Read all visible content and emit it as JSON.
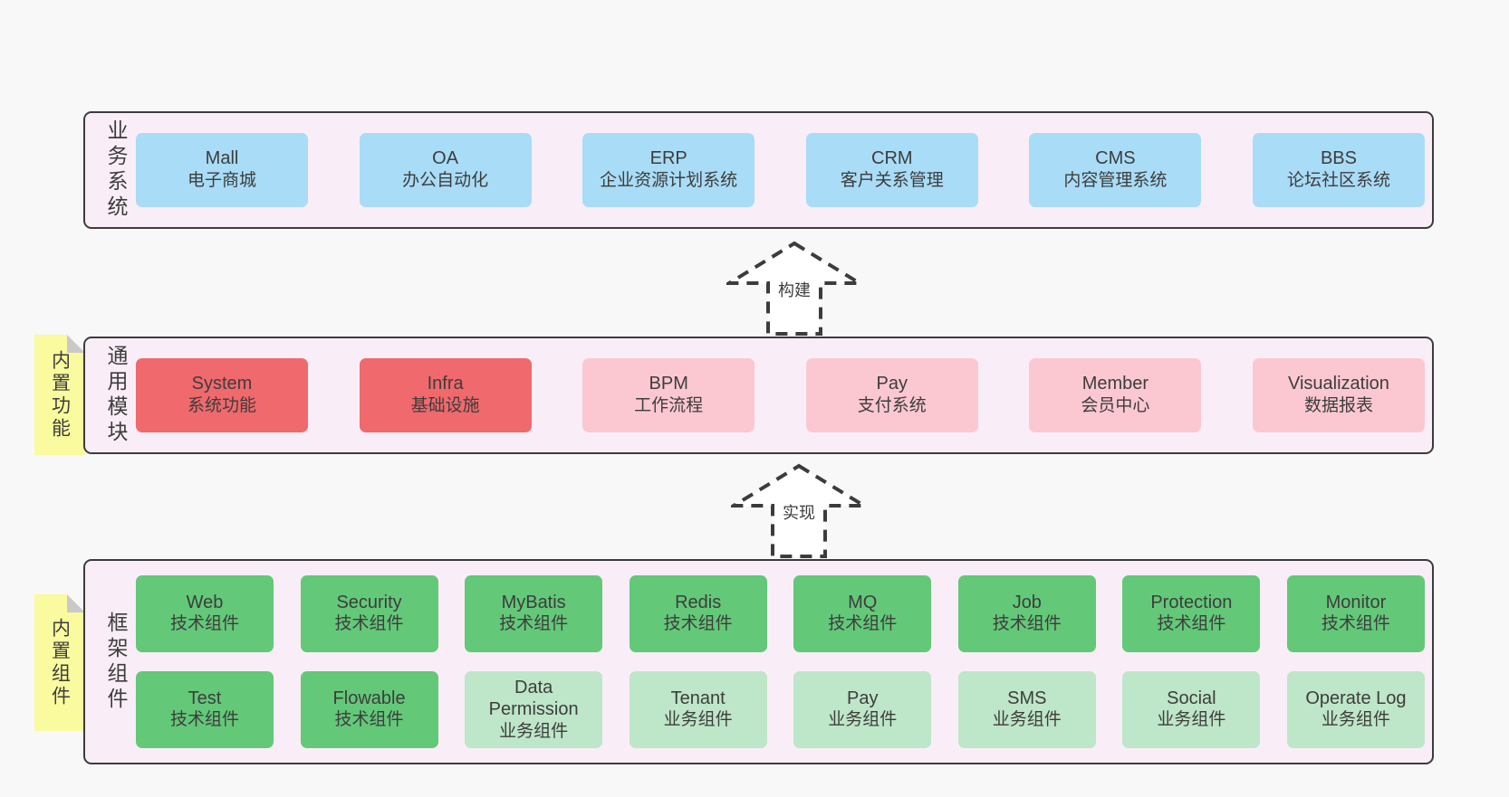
{
  "palette": {
    "page_bg": "#f8f8f8",
    "container_fill": "#f9eef7",
    "container_border": "#3c3c3c",
    "blue": "#a9dcf6",
    "red": "#f0696c",
    "pink": "#fbc8d1",
    "green_dark": "#63c878",
    "green_light": "#bee6c8",
    "sticky_yellow": "#fafa9e",
    "sticky_fold": "#c9c9c9",
    "text": "#3d3d3d"
  },
  "sections": [
    {
      "id": "business-systems",
      "label": "业务系统",
      "boxes": [
        {
          "title": "Mall",
          "subtitle": "电子商城",
          "color": "blue"
        },
        {
          "title": "OA",
          "subtitle": "办公自动化",
          "color": "blue"
        },
        {
          "title": "ERP",
          "subtitle": "企业资源计划系统",
          "color": "blue"
        },
        {
          "title": "CRM",
          "subtitle": "客户关系管理",
          "color": "blue"
        },
        {
          "title": "CMS",
          "subtitle": "内容管理系统",
          "color": "blue"
        },
        {
          "title": "BBS",
          "subtitle": "论坛社区系统",
          "color": "blue"
        }
      ]
    },
    {
      "id": "common-modules",
      "label": "通用模块",
      "sticky": "内置功能",
      "boxes": [
        {
          "title": "System",
          "subtitle": "系统功能",
          "color": "red"
        },
        {
          "title": "Infra",
          "subtitle": "基础设施",
          "color": "red"
        },
        {
          "title": "BPM",
          "subtitle": "工作流程",
          "color": "pink"
        },
        {
          "title": "Pay",
          "subtitle": "支付系统",
          "color": "pink"
        },
        {
          "title": "Member",
          "subtitle": "会员中心",
          "color": "pink"
        },
        {
          "title": "Visualization",
          "subtitle": "数据报表",
          "color": "pink"
        }
      ]
    },
    {
      "id": "framework-components",
      "label": "框架组件",
      "sticky": "内置组件",
      "rows": [
        [
          {
            "title": "Web",
            "subtitle": "技术组件",
            "color": "green_dark"
          },
          {
            "title": "Security",
            "subtitle": "技术组件",
            "color": "green_dark"
          },
          {
            "title": "MyBatis",
            "subtitle": "技术组件",
            "color": "green_dark"
          },
          {
            "title": "Redis",
            "subtitle": "技术组件",
            "color": "green_dark"
          },
          {
            "title": "MQ",
            "subtitle": "技术组件",
            "color": "green_dark"
          },
          {
            "title": "Job",
            "subtitle": "技术组件",
            "color": "green_dark"
          },
          {
            "title": "Protection",
            "subtitle": "技术组件",
            "color": "green_dark"
          },
          {
            "title": "Monitor",
            "subtitle": "技术组件",
            "color": "green_dark"
          }
        ],
        [
          {
            "title": "Test",
            "subtitle": "技术组件",
            "color": "green_dark"
          },
          {
            "title": "Flowable",
            "subtitle": "技术组件",
            "color": "green_dark"
          },
          {
            "title": "Data Permission",
            "subtitle": "业务组件",
            "color": "green_light"
          },
          {
            "title": "Tenant",
            "subtitle": "业务组件",
            "color": "green_light"
          },
          {
            "title": "Pay",
            "subtitle": "业务组件",
            "color": "green_light"
          },
          {
            "title": "SMS",
            "subtitle": "业务组件",
            "color": "green_light"
          },
          {
            "title": "Social",
            "subtitle": "业务组件",
            "color": "green_light"
          },
          {
            "title": "Operate Log",
            "subtitle": "业务组件",
            "color": "green_light"
          }
        ]
      ]
    }
  ],
  "arrows": [
    {
      "label": "构建"
    },
    {
      "label": "实现"
    }
  ]
}
